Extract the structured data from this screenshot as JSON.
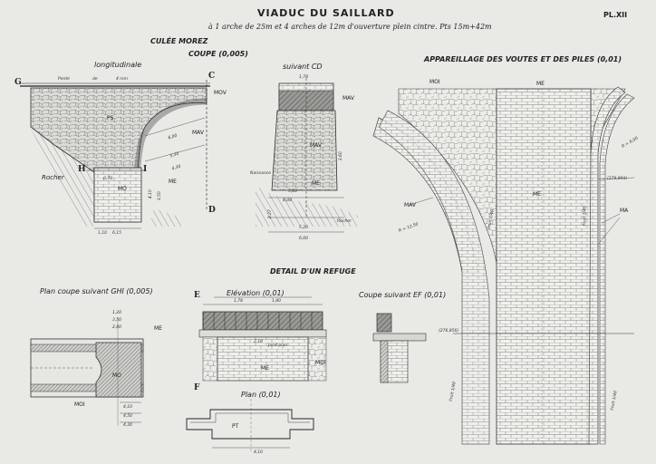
{
  "header": {
    "title": "VIADUC DU SAILLARD",
    "plate": "PL.XII",
    "subtitle": "à 1 arche de 25m et 4 arches de 12m d'ouverture plein cintre. Pts 15m+42m",
    "culee": "CULÉE MOREZ",
    "coupe": "COUPE (0,005)",
    "longitudinale": "longitudinale",
    "suivant_cd": "suivant CD",
    "appareillage": "APPAREILLAGE DES VOUTES ET DES PILES (0,01)",
    "detail": "DETAIL D'UN REFUGE"
  },
  "captions": {
    "plan_coupe": "Plan coupe suivant GHI (0,005)",
    "elevation": "Elévation (0,01)",
    "coupe_ef": "Coupe suivant EF (0,01)",
    "plan": "Plan (0,01)"
  },
  "section_letters": {
    "g": "G",
    "c": "C",
    "h": "H",
    "i": "I",
    "d": "D",
    "e": "E",
    "f": "F"
  },
  "labels": {
    "pente": "Pente",
    "de": "de",
    "pente_value": "4 mm",
    "ps": "PS",
    "mo": "MO",
    "me": "ME",
    "mav": "MAV",
    "mov": "MOV",
    "moi": "MOI",
    "pt": "PT",
    "ma": "MA",
    "rocher": "Rocher",
    "naissance": "Naissance",
    "joint_plan": "Joint plan",
    "fruit": "Fruit 1/40",
    "radius_left": "R = 12,50",
    "radius_right": "R = 6,00",
    "cote_upper": "(279,893)",
    "cote_left": "(276,856)"
  },
  "dimensions": {
    "d1": "6,15",
    "d2": "5,20",
    "d3": "2,27",
    "d4": "3,60",
    "d5": "4,30",
    "d6": "1,78",
    "d7": "1,80",
    "d8": "2,10",
    "d9": "3,50",
    "d10": "5,20",
    "d11": "6,00",
    "d12": "5,30",
    "d13": "0,70",
    "d14": "1,20",
    "d15": "2,80",
    "d16": "4,10",
    "d17": "8,08",
    "d18": "1,10",
    "d19": "4,50"
  }
}
